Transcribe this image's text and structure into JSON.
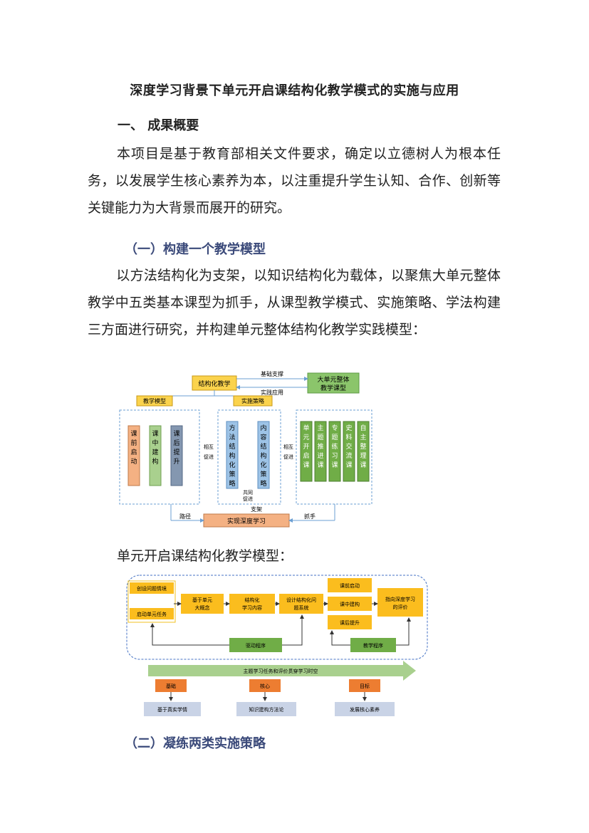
{
  "document": {
    "title": "深度学习背景下单元开启课结构化教学模式的实施与应用",
    "section1_heading": "一、  成果概要",
    "para1": "本项目是基于教育部相关文件要求，确定以立德树人为根本任务，以发展学生核心素养为本，以注重提升学生认知、合作、创新等关键能力为大背景而展开的研究。",
    "sub1_heading": "（一）构建一个教学模型",
    "para2": "以方法结构化为支架，以知识结构化为载体，以聚焦大单元整体教学中五类基本课型为抓手，从课型教学模式、实施策略、学法构建三方面进行研究，并构建单元整体结构化教学实践模型：",
    "caption2": "单元开启课结构化教学模型：",
    "sub2_heading": "（二）凝练两类实施策略"
  },
  "diagram1": {
    "top_left": "结构化教学",
    "top_right": [
      "大单元整体",
      "教学课型"
    ],
    "arrow_top": "基础支撑",
    "arrow_bottom": "实践应用",
    "label_model": "教学模型",
    "label_strategy": "实施策略",
    "left_boxes": [
      "课前启动",
      "课中建构",
      "课后提升"
    ],
    "mid_boxes": [
      "方法结构化策略",
      "内容结构化策略"
    ],
    "right_boxes": [
      "单元开启课",
      "主题推进课",
      "专题练习课",
      "史料交流课",
      "自主整理课"
    ],
    "mutual": [
      "相互",
      "促进"
    ],
    "common": [
      "共同",
      "促进"
    ],
    "support": "支架",
    "path": "路径",
    "grasp": "抓手",
    "bottom": "实现深度学习"
  },
  "diagram2": {
    "b1": "创设问题情境",
    "b2": "启动单元任务",
    "b3": [
      "基于单元",
      "大概念"
    ],
    "b4": [
      "结构化",
      "学习内容"
    ],
    "b5": [
      "设计结构化问",
      "题系统"
    ],
    "b6": "课前启动",
    "b7": "课中建构",
    "b8": "课后提升",
    "b9": [
      "指向深度学习",
      "的评价"
    ],
    "b10": "驱动程序",
    "b11": "教学程序",
    "arrow": "主题学习任务和评价贯穿学习时空",
    "o1": "基础",
    "o2": "核心",
    "o3": "目标",
    "g1": "基于真实学情",
    "g2": "知识建构方法论",
    "g3": "发展核心素养"
  }
}
